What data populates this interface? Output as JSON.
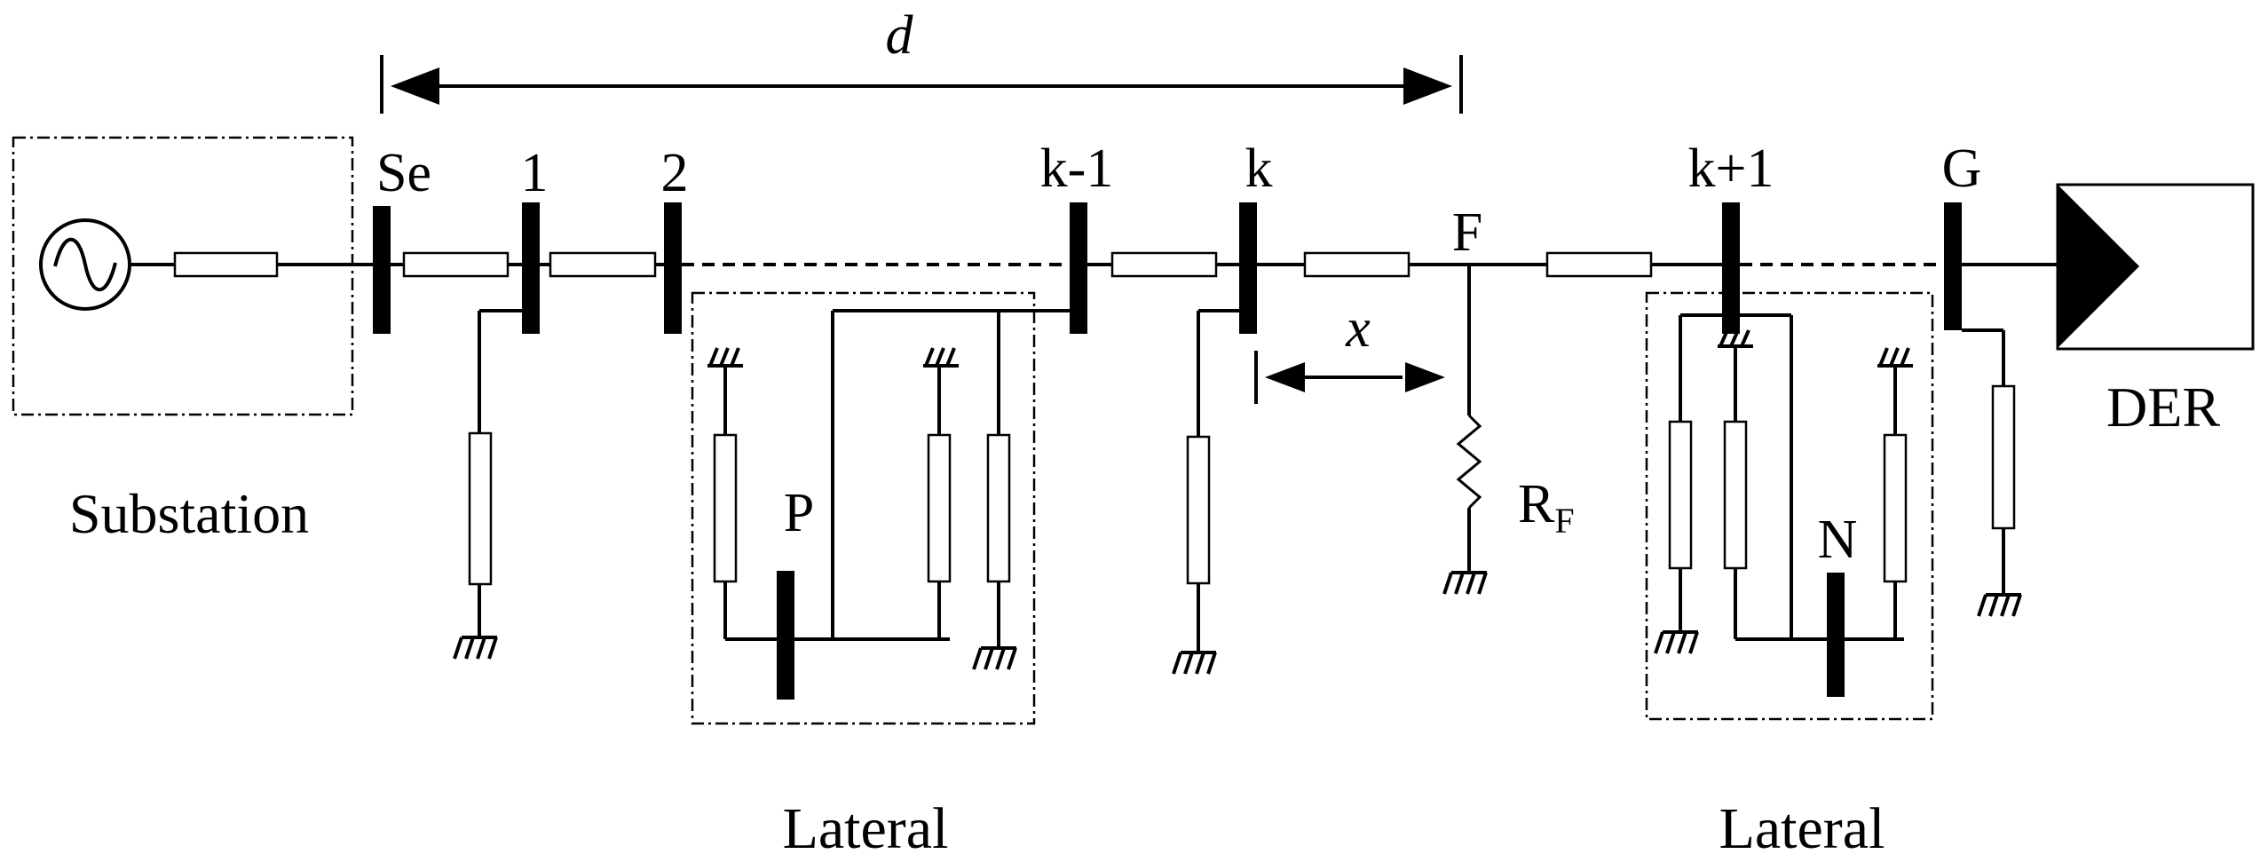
{
  "labels": {
    "d": "d",
    "x": "x",
    "se": "Se",
    "bus1": "1",
    "bus2": "2",
    "bus_km1": "k-1",
    "bus_k": "k",
    "fault": "F",
    "bus_kp1": "k+1",
    "bus_g": "G",
    "substation": "Substation",
    "der": "DER",
    "bus_p": "P",
    "bus_n": "N",
    "rf_main": "R",
    "rf_sub": "F",
    "lateral_left": "Lateral",
    "lateral_right": "Lateral"
  }
}
